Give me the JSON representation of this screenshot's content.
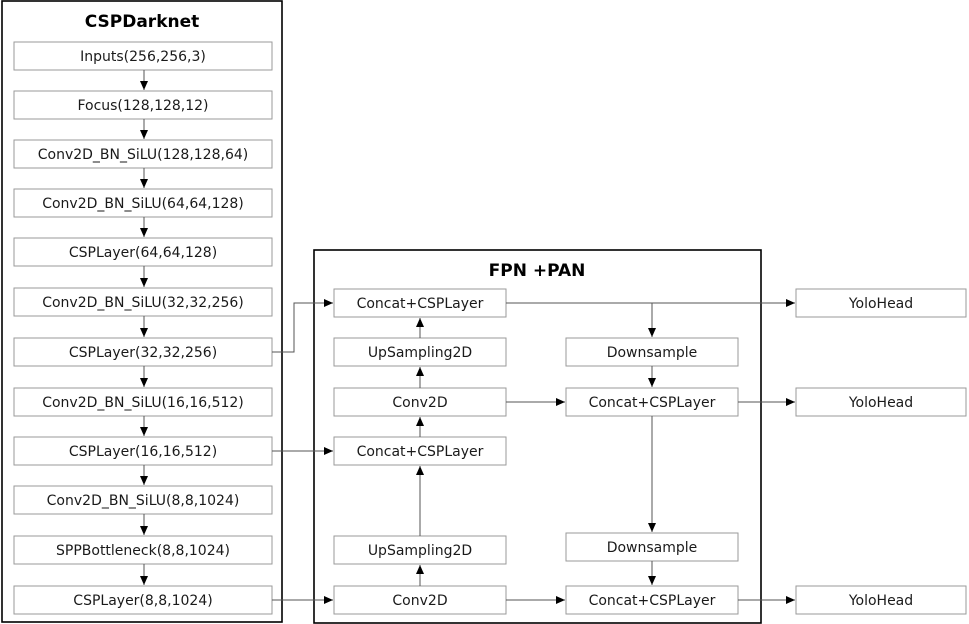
{
  "backbone": {
    "title": "CSPDarknet",
    "layers": [
      "Inputs(256,256,3)",
      "Focus(128,128,12)",
      "Conv2D_BN_SiLU(128,128,64)",
      "Conv2D_BN_SiLU(64,64,128)",
      "CSPLayer(64,64,128)",
      "Conv2D_BN_SiLU(32,32,256)",
      "CSPLayer(32,32,256)",
      "Conv2D_BN_SiLU(16,16,512)",
      "CSPLayer(16,16,512)",
      "Conv2D_BN_SiLU(8,8,1024)",
      "SPPBottleneck(8,8,1024)",
      "CSPLayer(8,8,1024)"
    ]
  },
  "neck": {
    "title": "FPN +PAN",
    "left_column": [
      "Concat+CSPLayer",
      "UpSampling2D",
      "Conv2D",
      "Concat+CSPLayer",
      "UpSampling2D",
      "Conv2D"
    ],
    "right_column": [
      "Downsample",
      "Concat+CSPLayer",
      "Downsample",
      "Concat+CSPLayer"
    ]
  },
  "heads": [
    "YoloHead",
    "YoloHead",
    "YoloHead"
  ]
}
